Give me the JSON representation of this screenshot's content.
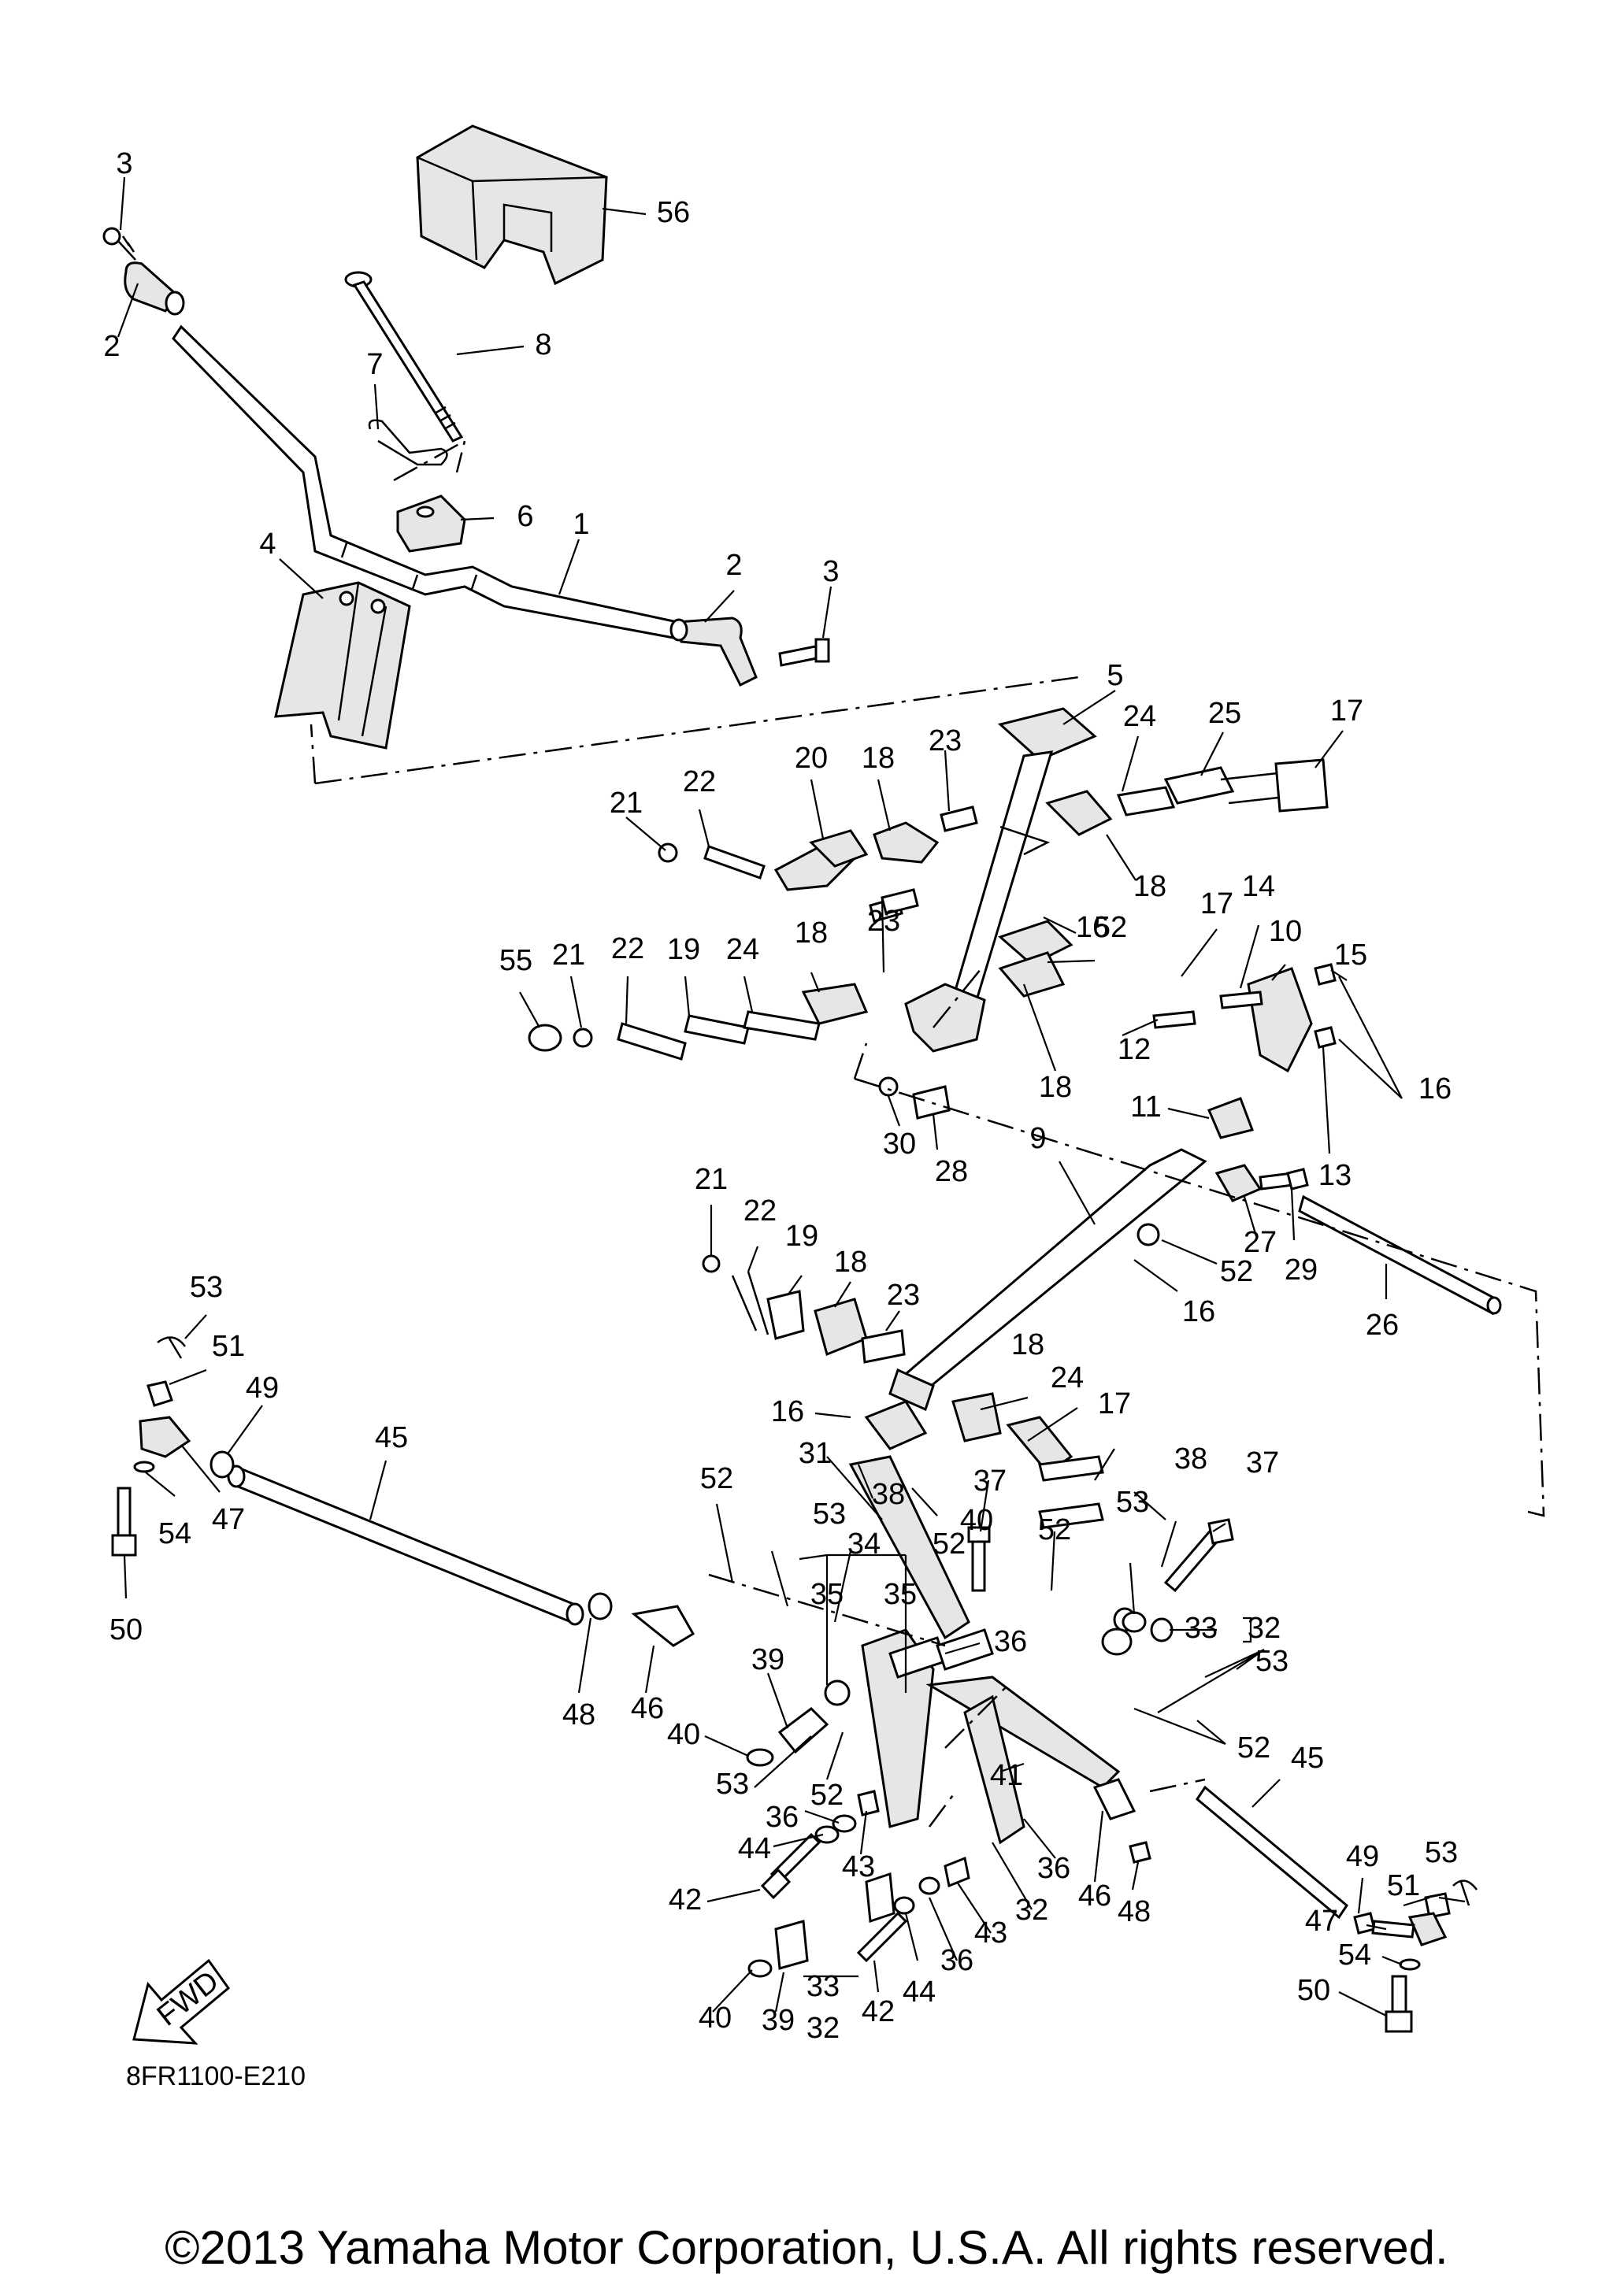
{
  "diagram": {
    "reference_code": "8FR1100-E210",
    "copyright": "©2013 Yamaha Motor Corporation, U.S.A. All rights reserved.",
    "fwd_label": "FWD",
    "callouts": [
      {
        "id": "c3a",
        "label": "3"
      },
      {
        "id": "c2a",
        "label": "2"
      },
      {
        "id": "c56",
        "label": "56"
      },
      {
        "id": "c8",
        "label": "8"
      },
      {
        "id": "c7",
        "label": "7"
      },
      {
        "id": "c6",
        "label": "6"
      },
      {
        "id": "c1",
        "label": "1"
      },
      {
        "id": "c4",
        "label": "4"
      },
      {
        "id": "c2b",
        "label": "2"
      },
      {
        "id": "c3b",
        "label": "3"
      },
      {
        "id": "c5",
        "label": "5"
      },
      {
        "id": "c24a",
        "label": "24"
      },
      {
        "id": "c25",
        "label": "25"
      },
      {
        "id": "c17a",
        "label": "17"
      },
      {
        "id": "c23a",
        "label": "23"
      },
      {
        "id": "c18a",
        "label": "18"
      },
      {
        "id": "c20",
        "label": "20"
      },
      {
        "id": "c22a",
        "label": "22"
      },
      {
        "id": "c21a",
        "label": "21"
      },
      {
        "id": "c18b",
        "label": "18"
      },
      {
        "id": "c16a",
        "label": "16"
      },
      {
        "id": "c52a",
        "label": "52"
      },
      {
        "id": "c17b",
        "label": "17"
      },
      {
        "id": "c14",
        "label": "14"
      },
      {
        "id": "c10",
        "label": "10"
      },
      {
        "id": "c15",
        "label": "15"
      },
      {
        "id": "c55",
        "label": "55"
      },
      {
        "id": "c21b",
        "label": "21"
      },
      {
        "id": "c22b",
        "label": "22"
      },
      {
        "id": "c19a",
        "label": "19"
      },
      {
        "id": "c24b",
        "label": "24"
      },
      {
        "id": "c18c",
        "label": "18"
      },
      {
        "id": "c23b",
        "label": "23"
      },
      {
        "id": "c12",
        "label": "12"
      },
      {
        "id": "c18d",
        "label": "18"
      },
      {
        "id": "c16b",
        "label": "16"
      },
      {
        "id": "c11",
        "label": "11"
      },
      {
        "id": "c30",
        "label": "30"
      },
      {
        "id": "c28",
        "label": "28"
      },
      {
        "id": "c13",
        "label": "13"
      },
      {
        "id": "c9",
        "label": "9"
      },
      {
        "id": "c27",
        "label": "27"
      },
      {
        "id": "c29",
        "label": "29"
      },
      {
        "id": "c52b",
        "label": "52"
      },
      {
        "id": "c16c",
        "label": "16"
      },
      {
        "id": "c26",
        "label": "26"
      },
      {
        "id": "c21c",
        "label": "21"
      },
      {
        "id": "c22c",
        "label": "22"
      },
      {
        "id": "c19b",
        "label": "19"
      },
      {
        "id": "c18e",
        "label": "18"
      },
      {
        "id": "c23c",
        "label": "23"
      },
      {
        "id": "c53a",
        "label": "53"
      },
      {
        "id": "c51a",
        "label": "51"
      },
      {
        "id": "c49a",
        "label": "49"
      },
      {
        "id": "c45a",
        "label": "45"
      },
      {
        "id": "c54a",
        "label": "54"
      },
      {
        "id": "c47a",
        "label": "47"
      },
      {
        "id": "c50a",
        "label": "50"
      },
      {
        "id": "c18f",
        "label": "18"
      },
      {
        "id": "c24c",
        "label": "24"
      },
      {
        "id": "c17c",
        "label": "17"
      },
      {
        "id": "c16d",
        "label": "16"
      },
      {
        "id": "c31",
        "label": "31"
      },
      {
        "id": "c52c",
        "label": "52"
      },
      {
        "id": "c38a",
        "label": "38"
      },
      {
        "id": "c37a",
        "label": "37"
      },
      {
        "id": "c53b",
        "label": "53"
      },
      {
        "id": "c38b",
        "label": "38"
      },
      {
        "id": "c37b",
        "label": "37"
      },
      {
        "id": "c52d",
        "label": "52"
      },
      {
        "id": "c53c",
        "label": "53"
      },
      {
        "id": "c34",
        "label": "34"
      },
      {
        "id": "c52e",
        "label": "52"
      },
      {
        "id": "c40a",
        "label": "40"
      },
      {
        "id": "c35a",
        "label": "35"
      },
      {
        "id": "c35b",
        "label": "35"
      },
      {
        "id": "c36a",
        "label": "36"
      },
      {
        "id": "c33a",
        "label": "33"
      },
      {
        "id": "c32a",
        "label": "32"
      },
      {
        "id": "c48a",
        "label": "48"
      },
      {
        "id": "c46a",
        "label": "46"
      },
      {
        "id": "c39a",
        "label": "39"
      },
      {
        "id": "c53d",
        "label": "53"
      },
      {
        "id": "c40b",
        "label": "40"
      },
      {
        "id": "c53e",
        "label": "53"
      },
      {
        "id": "c52f",
        "label": "52"
      },
      {
        "id": "c52g",
        "label": "52"
      },
      {
        "id": "c45b",
        "label": "45"
      },
      {
        "id": "c41",
        "label": "41"
      },
      {
        "id": "c36b",
        "label": "36"
      },
      {
        "id": "c44a",
        "label": "44"
      },
      {
        "id": "c43a",
        "label": "43"
      },
      {
        "id": "c42a",
        "label": "42"
      },
      {
        "id": "c36c",
        "label": "36"
      },
      {
        "id": "c46b",
        "label": "46"
      },
      {
        "id": "c48b",
        "label": "48"
      },
      {
        "id": "c32b",
        "label": "32"
      },
      {
        "id": "c43b",
        "label": "43"
      },
      {
        "id": "c36d",
        "label": "36"
      },
      {
        "id": "c44b",
        "label": "44"
      },
      {
        "id": "c42b",
        "label": "42"
      },
      {
        "id": "c33b",
        "label": "33"
      },
      {
        "id": "c32c",
        "label": "32"
      },
      {
        "id": "c40c",
        "label": "40"
      },
      {
        "id": "c39b",
        "label": "39"
      },
      {
        "id": "c49b",
        "label": "49"
      },
      {
        "id": "c53f",
        "label": "53"
      },
      {
        "id": "c51b",
        "label": "51"
      },
      {
        "id": "c47b",
        "label": "47"
      },
      {
        "id": "c54b",
        "label": "54"
      },
      {
        "id": "c50b",
        "label": "50"
      }
    ]
  }
}
